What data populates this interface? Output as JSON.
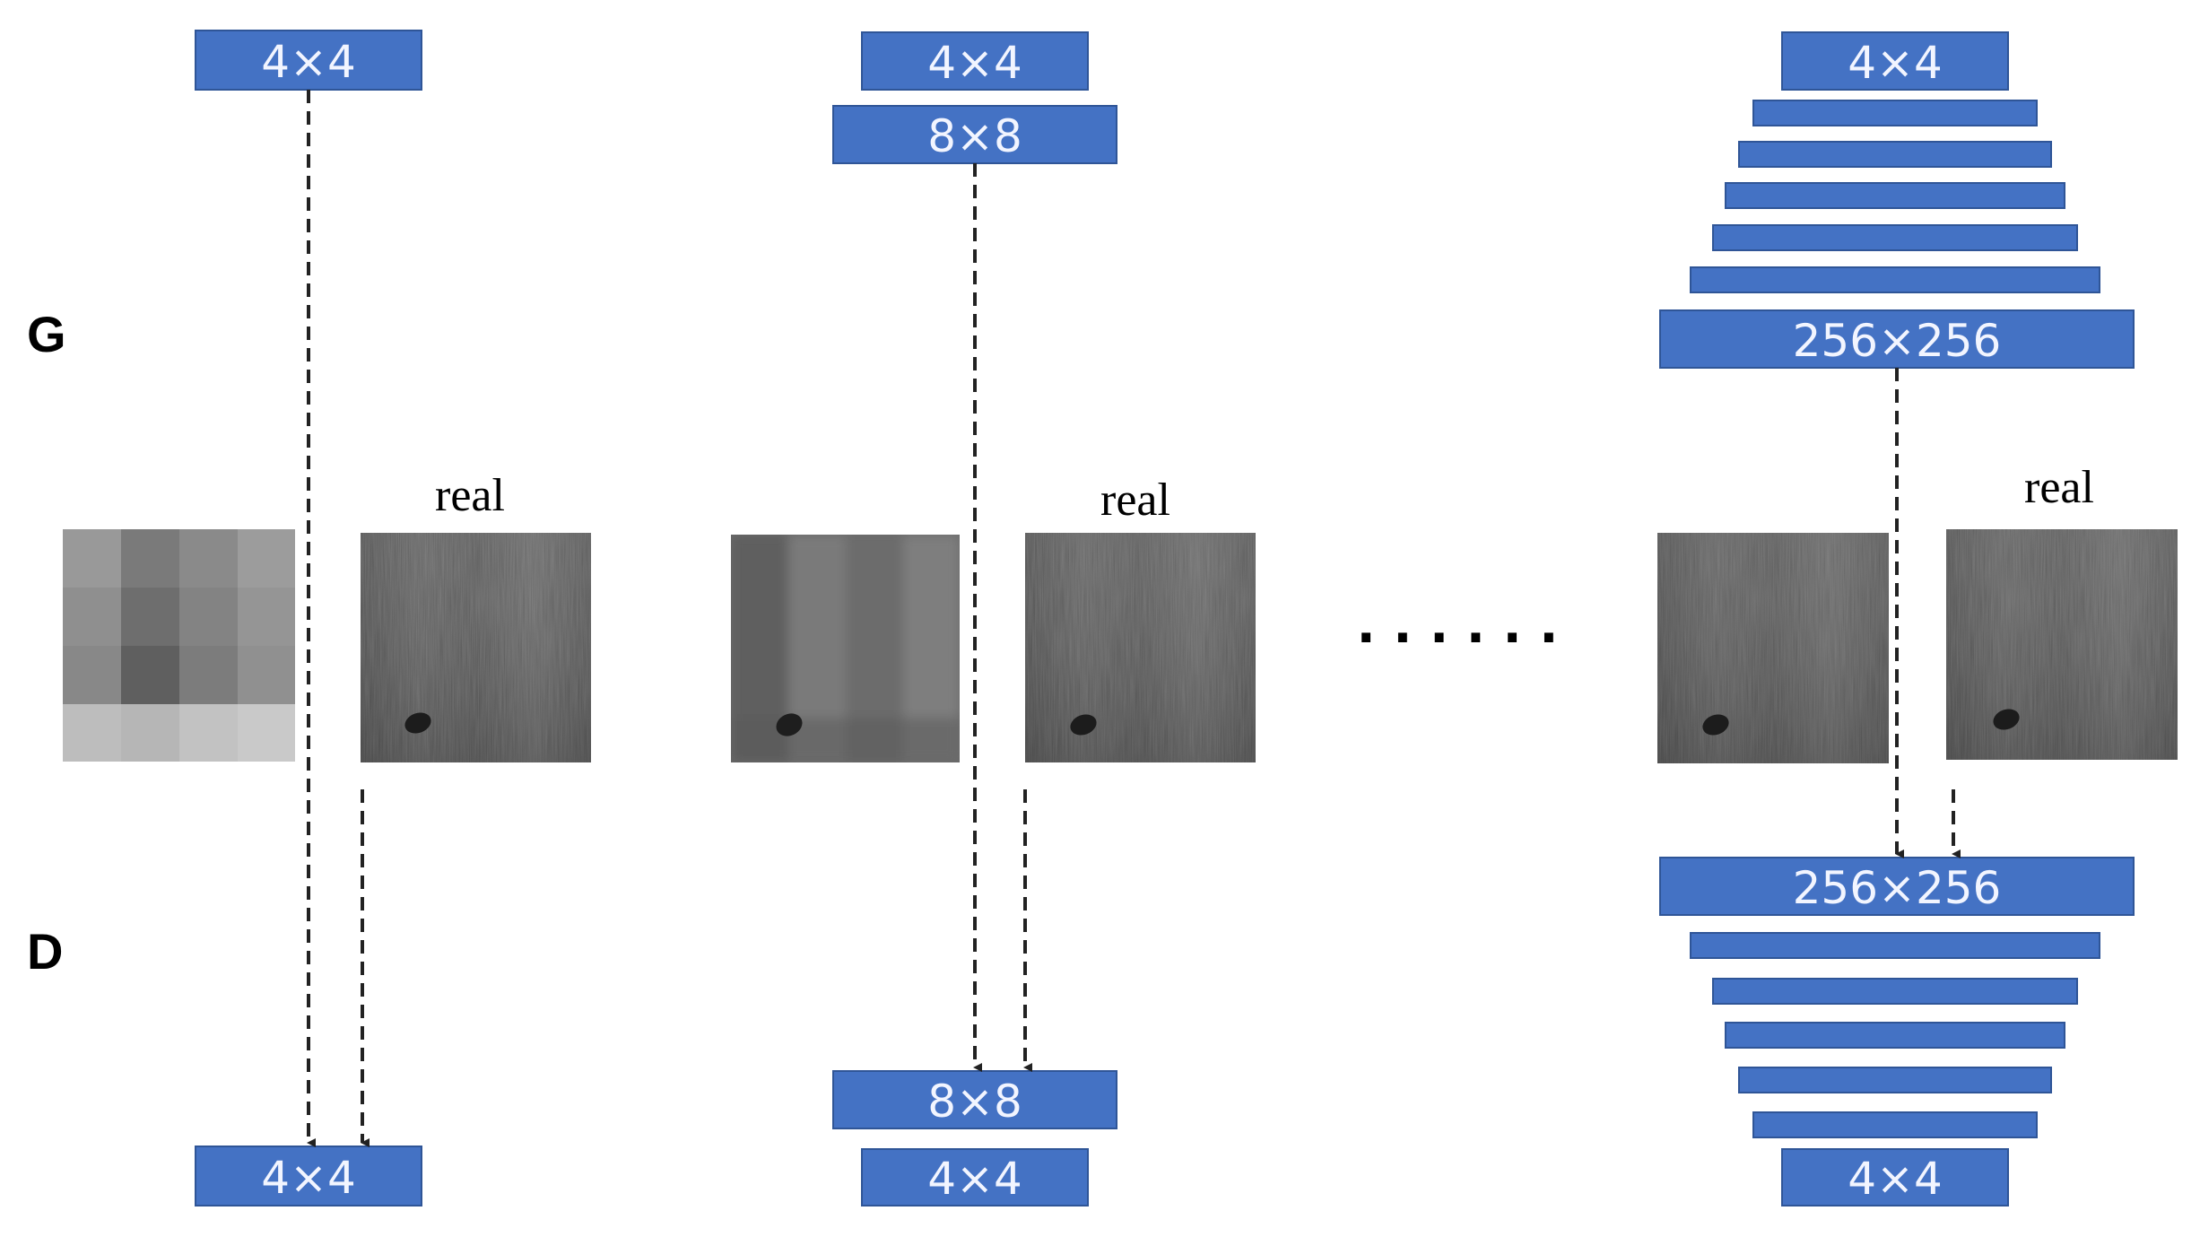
{
  "row_labels": {
    "generator": "G",
    "discriminator": "D"
  },
  "stage1": {
    "g_block": "4×4",
    "real_label": "real",
    "d_block": "4×4"
  },
  "stage2": {
    "g_blocks": [
      "4×4",
      "8×8"
    ],
    "real_label": "real",
    "d_blocks": [
      "8×8",
      "4×4"
    ]
  },
  "ellipsis": "· · · · · ·",
  "stage3": {
    "g_top": "4×4",
    "g_bottom": "256×256",
    "real_label": "real",
    "d_top": "256×256",
    "d_bottom": "4×4"
  },
  "colors": {
    "block_fill": "#4472c4",
    "block_stroke": "#2f5597",
    "block_text": "#f2f5ff",
    "arrow": "#222222"
  }
}
